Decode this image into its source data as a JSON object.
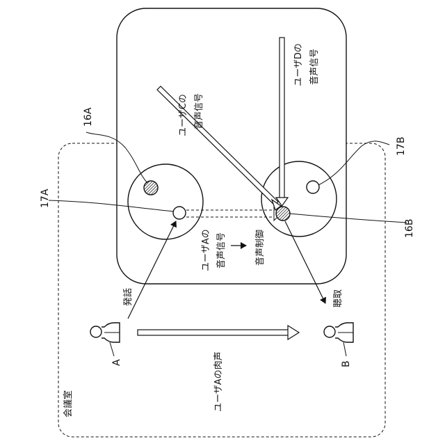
{
  "room": {
    "label": "会議室"
  },
  "parts": {
    "p16A": "16A",
    "p16B": "16B",
    "p17A": "17A",
    "p17B": "17B"
  },
  "users": {
    "a": "A",
    "b": "B"
  },
  "signals": {
    "c_line1": "ユーザCの",
    "c_line2": "音声信号",
    "d_line1": "ユーザDの",
    "d_line2": "音声信号",
    "a_line1": "ユーザAの",
    "a_line2": "音声信号",
    "control": "音声制御",
    "live_voice": "ユーザAの肉声"
  },
  "actions": {
    "speak": "発話",
    "listen": "聴取"
  }
}
